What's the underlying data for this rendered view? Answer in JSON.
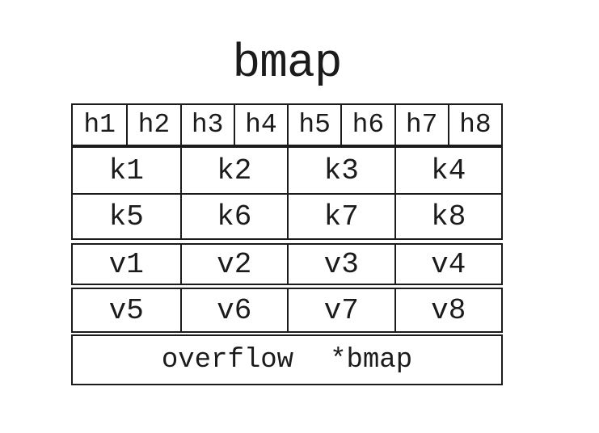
{
  "title": "bmap",
  "colors": {
    "line": "#1b1b1b",
    "text": "#1b1b1b",
    "background": "#ffffff"
  },
  "bucket": {
    "tophash_cells": [
      "h1",
      "h2",
      "h3",
      "h4",
      "h5",
      "h6",
      "h7",
      "h8"
    ],
    "key_rows": [
      [
        "k1",
        "k2",
        "k3",
        "k4"
      ],
      [
        "k5",
        "k6",
        "k7",
        "k8"
      ]
    ],
    "value_rows": [
      [
        "v1",
        "v2",
        "v3",
        "v4"
      ],
      [
        "v5",
        "v6",
        "v7",
        "v8"
      ]
    ],
    "overflow": {
      "field": "overflow",
      "type": "*bmap"
    }
  }
}
